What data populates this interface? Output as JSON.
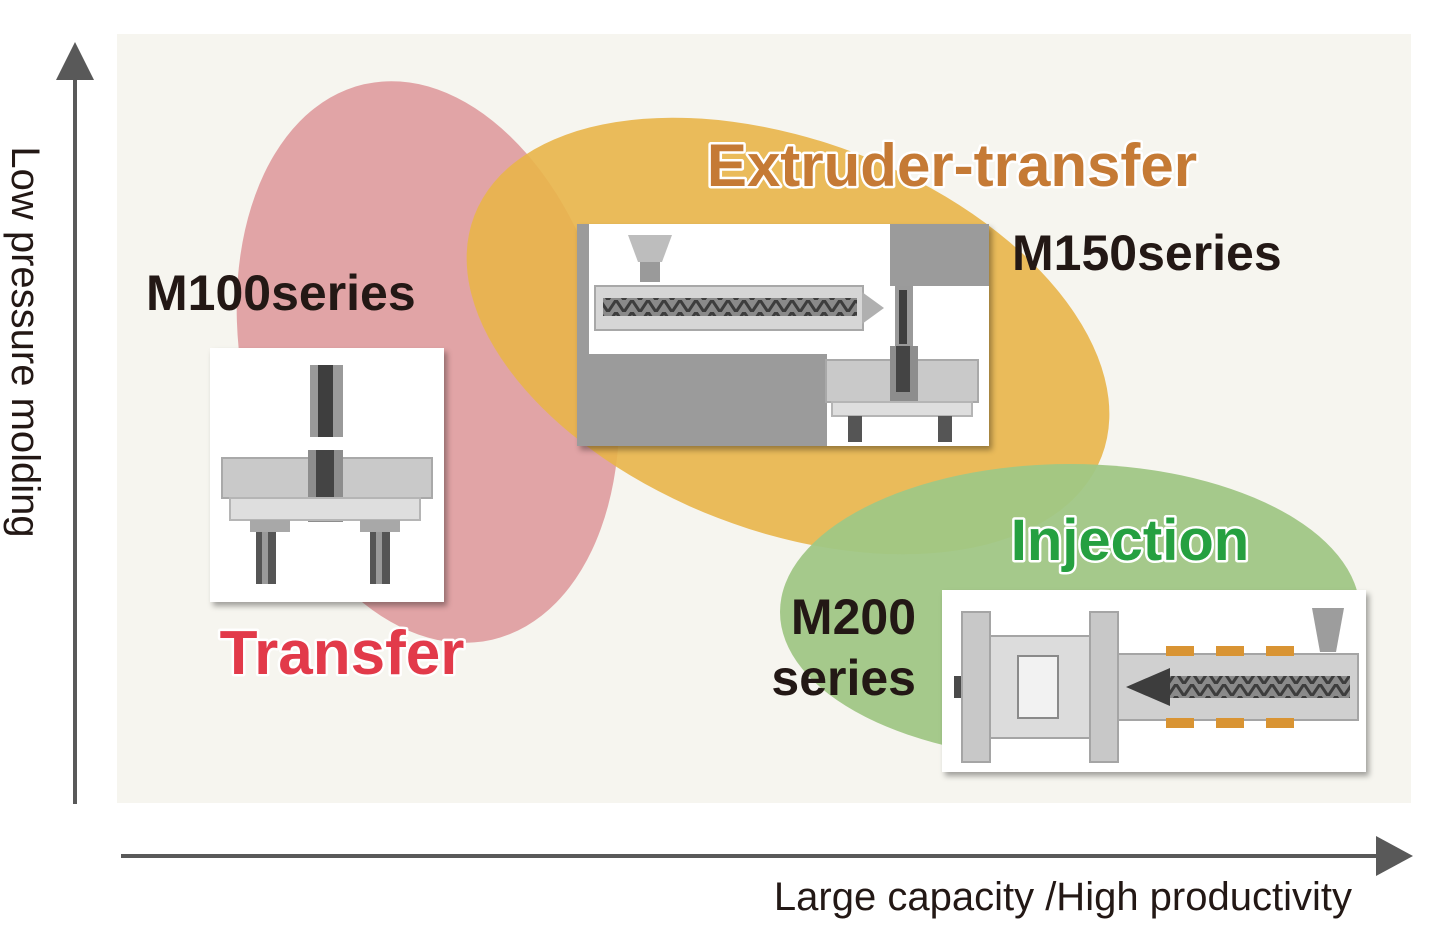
{
  "axes": {
    "y_label": "Low pressure molding",
    "x_label": "Large capacity /High productivity"
  },
  "regions": [
    {
      "id": "transfer",
      "label": "Transfer",
      "color": "#e8a2a8",
      "label_color": "#e23a4a"
    },
    {
      "id": "extruder_transfer",
      "label": "Extruder-transfer",
      "color": "#f2bd4f",
      "label_color": "#c57a35"
    },
    {
      "id": "injection",
      "label": "Injection",
      "color": "#a6d08e",
      "label_color": "#25a040"
    }
  ],
  "series": {
    "m100": "M100series",
    "m150": "M150series",
    "m200_line1": "M200",
    "m200_line2": "series"
  },
  "colors": {
    "background_panel": "#f6f5ef",
    "axis": "#595959",
    "text": "#231815"
  }
}
